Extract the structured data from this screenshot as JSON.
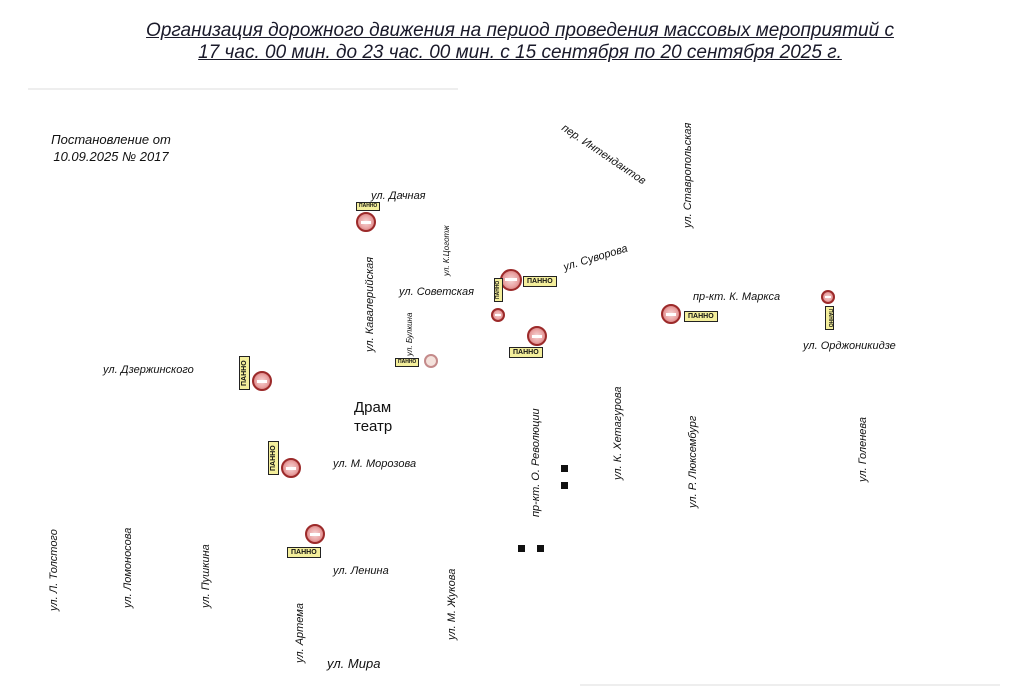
{
  "title": {
    "line1": "Организация дорожного движения на период проведения массовых мероприятий с",
    "line2": "17 час. 00 мин. до 23 час. 00 мин. с 15 сентября по 20 сентября 2025 г."
  },
  "decree": {
    "line1": "Постановление от",
    "line2": "10.09.2025 № 2017"
  },
  "theatre": {
    "line1": "Драм",
    "line2": "театр"
  },
  "streets": {
    "dachnaya": "ул. Дачная",
    "kavaleriyskaya": "ул. Кавалерийская",
    "k_tsogoev": "ул. К.Цоготж",
    "sovetskaya": "ул. Советская",
    "bulkina": "ул. Булкина",
    "intendantov": "пер. Интендантов",
    "stavropolskaya": "ул. Ставропольская",
    "suvorova": "ул. Суворова",
    "k_marksa": "пр-кт. К. Маркса",
    "ordzhonikidze": "ул. Орджоникидзе",
    "dzerzhinskogo": "ул. Дзержинского",
    "m_morozova": "ул. М. Морозова",
    "revolyutsii": "пр-кт. О. Революции",
    "khetagurova": "ул. К. Хетагурова",
    "lyuksemburg": "ул. Р. Люксембург",
    "goleneva": "ул. Голенева",
    "l_tolstogo": "ул. Л. Толстого",
    "lomonosova": "ул. Ломоносова",
    "pushkina": "ул. Пушкина",
    "artema": "ул. Артема",
    "lenina": "ул. Ленина",
    "m_zhukova": "ул. М. Жукова",
    "mira": "ул. Мира"
  },
  "panels": {
    "label": "ПАННО"
  },
  "colors": {
    "sign_red": "#c65a5a",
    "panel_yellow": "#f4ef9c"
  },
  "icons": {
    "closure_sign": "no-entry-sign-icon",
    "barrier_block": "barrier-block-icon"
  }
}
